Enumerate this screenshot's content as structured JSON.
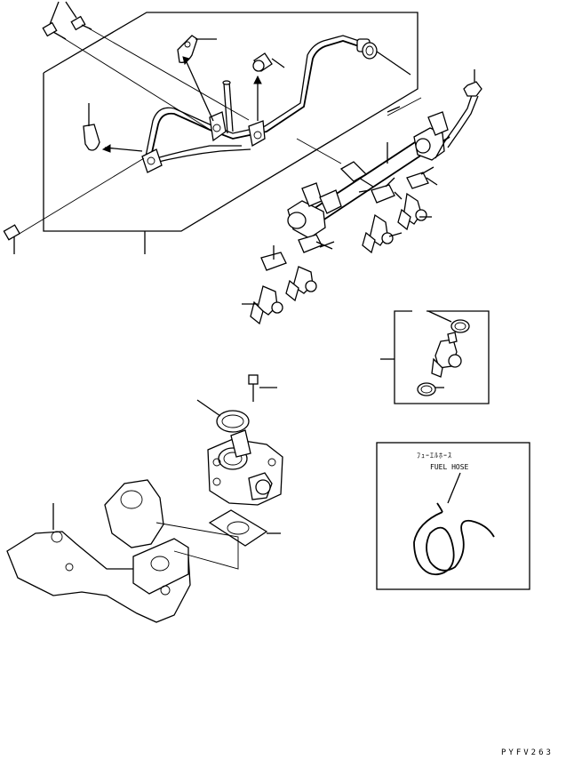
{
  "fuel_hose_box": {
    "label_jp": "ﾌｭｰｴﾙﾎｰｽ",
    "label_en": "FUEL HOSE"
  },
  "drawing_code": "PYFV263"
}
